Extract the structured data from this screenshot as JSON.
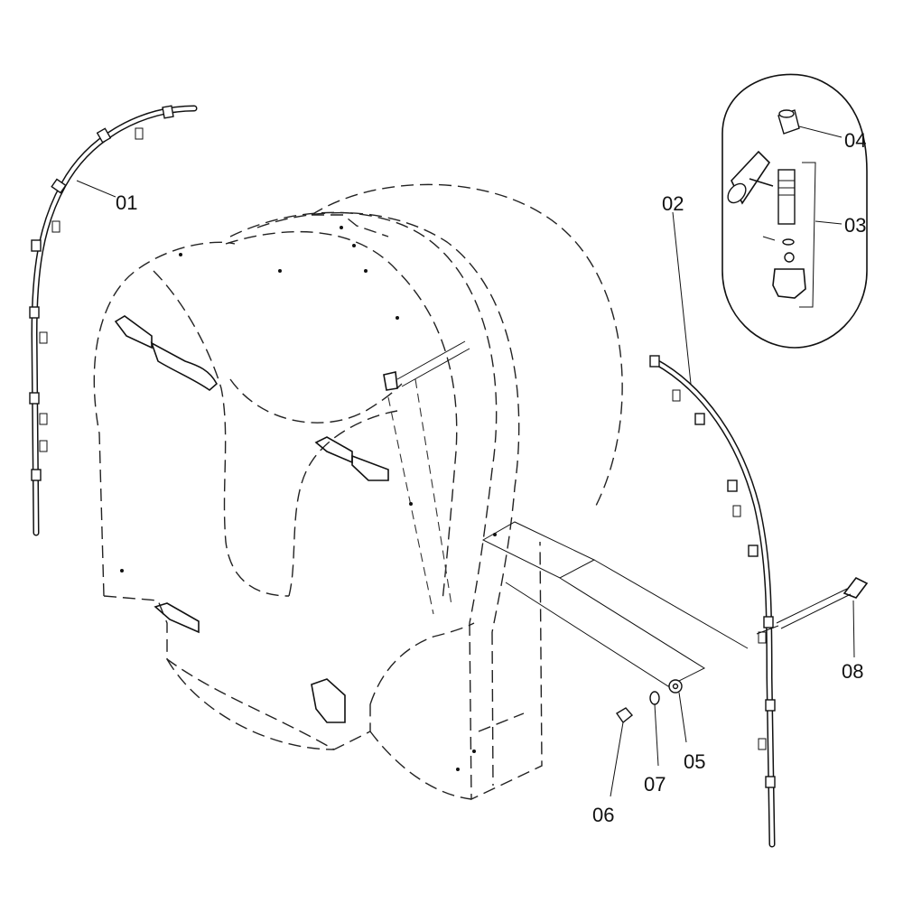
{
  "parts": [
    {
      "id": "p01",
      "number": "01"
    },
    {
      "id": "p02",
      "number": "02"
    },
    {
      "id": "p03",
      "number": "03"
    },
    {
      "id": "p04",
      "number": "04"
    },
    {
      "id": "p05",
      "number": "05"
    },
    {
      "id": "p06",
      "number": "06"
    },
    {
      "id": "p07",
      "number": "07"
    },
    {
      "id": "p08",
      "number": "08"
    }
  ]
}
